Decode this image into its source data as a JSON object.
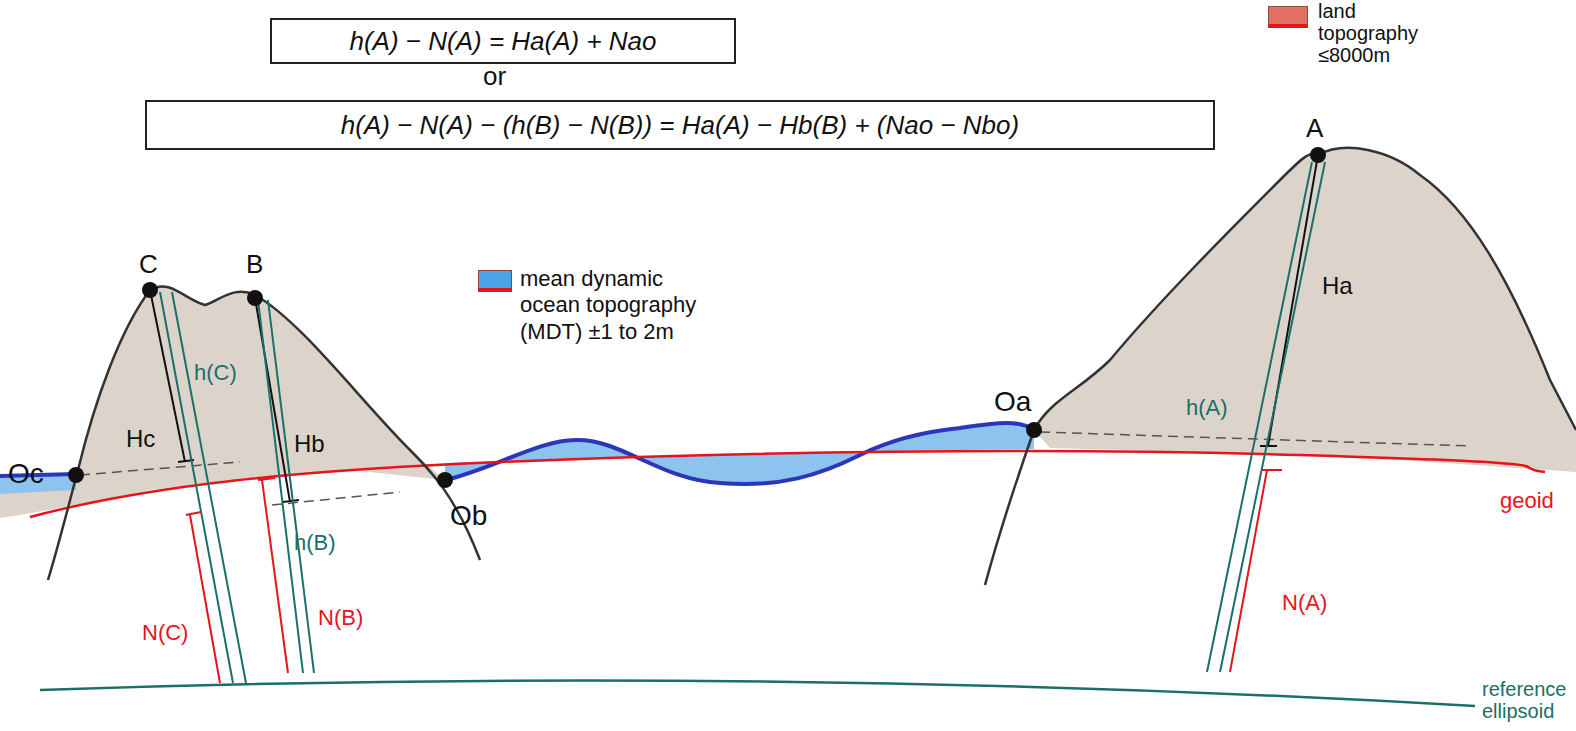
{
  "diagram": {
    "nodes": [
      {
        "text": [
          "h(A) − N(A) = Ha(A) + Nao"
        ]
      },
      {
        "text": [
          "h(A) − N(A) − (h(B) − N(B)) = Ha(A) − Hb(B) + (Nao − Nbo)"
        ]
      }
    ],
    "labels": [
      "or",
      "A",
      "C",
      "B",
      "Hc",
      "Hb",
      "Ha",
      "h(C)",
      "h(B)",
      "h(A)",
      "Oc",
      "Ob",
      "Oa",
      "N(C)",
      "N(B)",
      "N(A)",
      "geoid",
      "reference ellipsoid"
    ],
    "legend": [
      {
        "text": "land topography ≤8000m",
        "color": "#e07060"
      },
      {
        "text": "mean dynamic ocean topography (MDT) ±1 to 2m",
        "color": "#4aa3e6"
      }
    ]
  }
}
